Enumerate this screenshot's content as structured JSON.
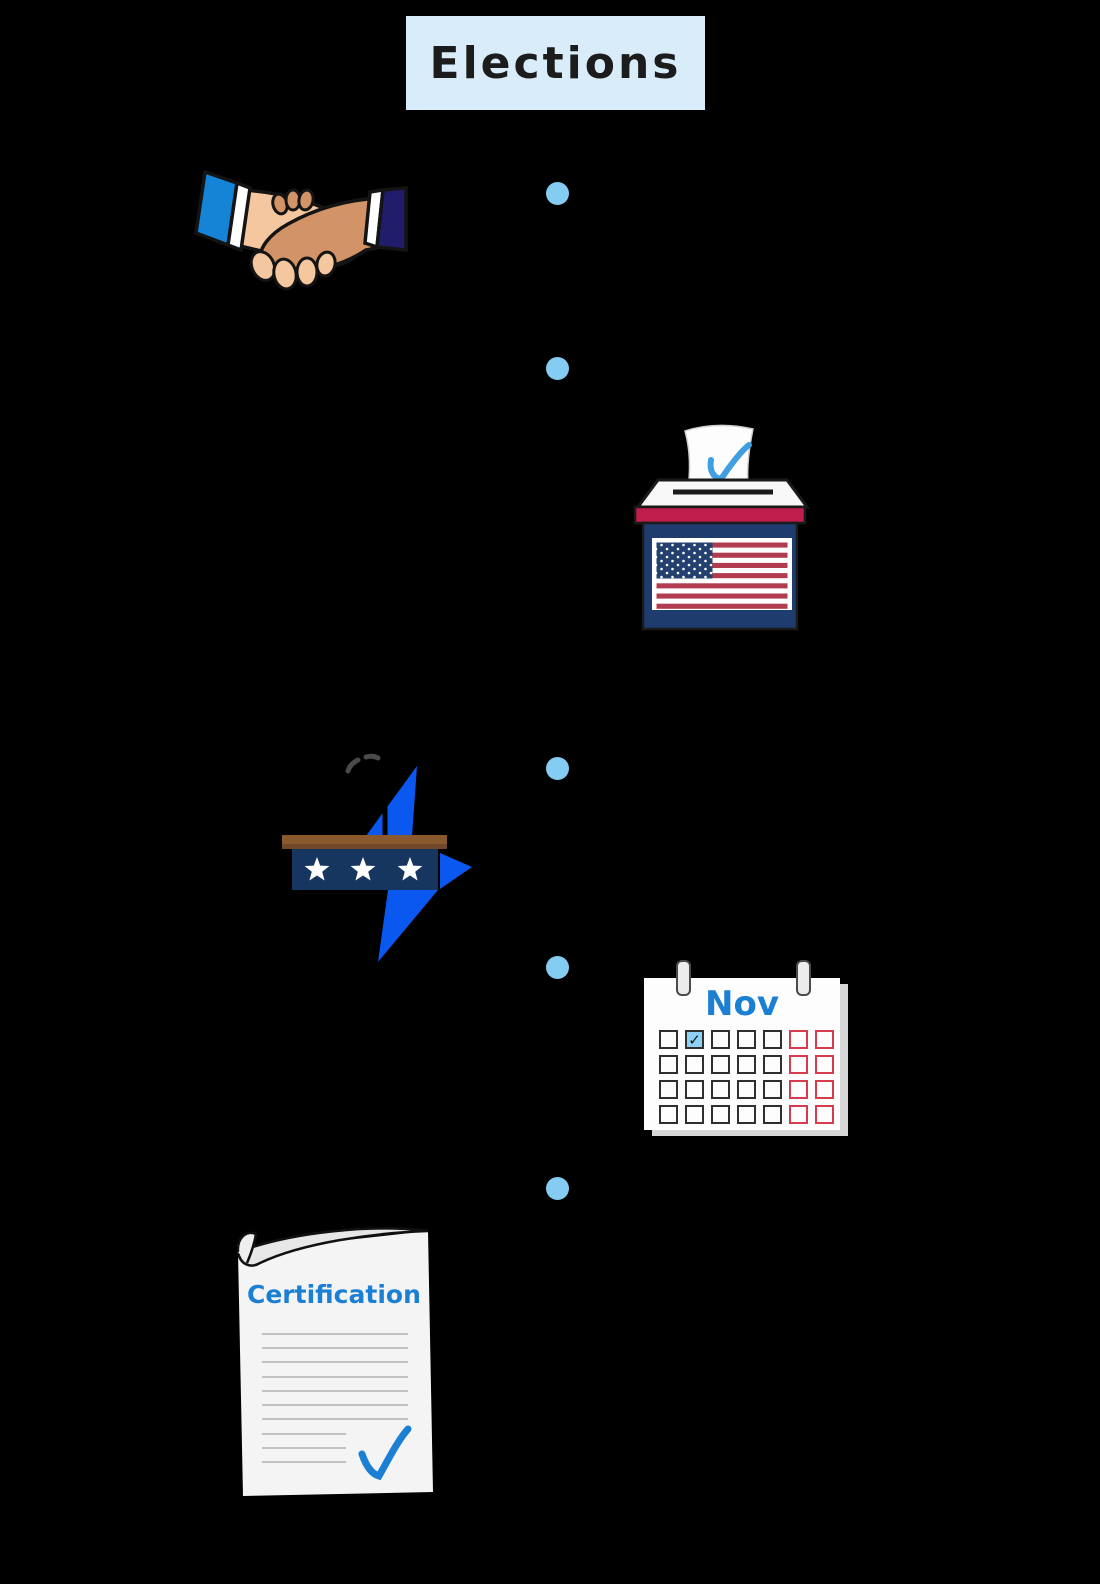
{
  "header": {
    "title": "Elections",
    "box_color": "#d9ecfa",
    "text_color": "#1c1c1c"
  },
  "timeline": {
    "dot_color": "#85ccf3",
    "dot_count": 5
  },
  "calendar": {
    "month": "Nov",
    "rows": 4,
    "cols": 7,
    "weekday_cols": 5,
    "weekend_cols": 2,
    "checked_cell": {
      "row": 0,
      "col": 1
    },
    "check_glyph": "✓",
    "checked_fill": "#8ed1f7",
    "weekday_border": "#2f2f2f",
    "weekend_border": "#d63b4e",
    "month_color": "#1b7fd4"
  },
  "certificate": {
    "title": "Certification",
    "title_color": "#1b7fd4",
    "check_glyph": "✓"
  },
  "ballot": {
    "check_color": "#3f9fe0",
    "band_color": "#c01e4c",
    "body_color": "#1e3c6d",
    "flag_red": "#b13b4f",
    "flag_navy": "#24406e"
  },
  "podium": {
    "star_color": "#0a58f0",
    "panel_color": "#16355f",
    "bar_color": "#8a5a2e"
  },
  "handshake": {
    "left_sleeve": "#1583d6",
    "right_sleeve": "#211d6b",
    "skin_light": "#f5c79f",
    "skin_dark": "#d29467"
  }
}
